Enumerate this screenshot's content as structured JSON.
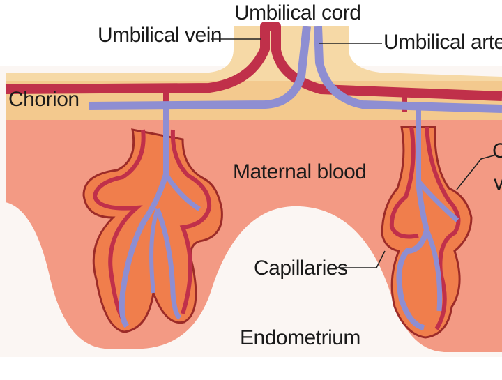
{
  "labels": {
    "umbilical_cord": "Umbilical cord",
    "umbilical_vein": "Umbilical vein",
    "umbilical_artery": "Umbilical artery",
    "chorion": "Chorion",
    "maternal_blood": "Maternal blood",
    "capillaries": "Capillaries",
    "endometrium": "Endometrium",
    "cut_label_line1": "C",
    "cut_label_line2": "v"
  },
  "colors": {
    "cord_tan": "#f6d9a6",
    "chorion_tan": "#f3c98e",
    "maternal_pink": "#f39a84",
    "villus_orange": "#f07e4c",
    "villus_outline": "#9c2b28",
    "vein_red": "#c0304a",
    "artery_purple": "#8e8ed2"
  }
}
